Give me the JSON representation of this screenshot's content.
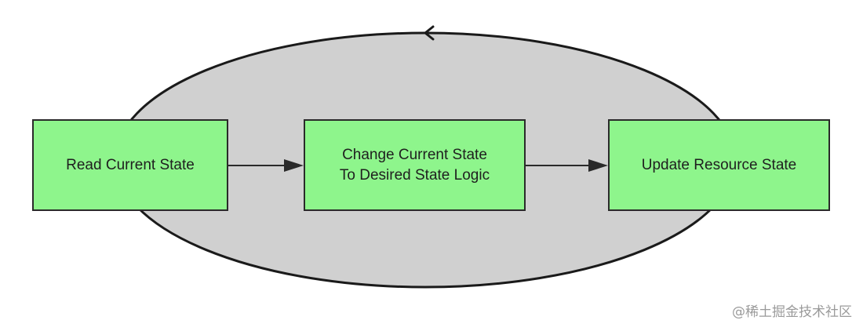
{
  "diagram": {
    "steps": [
      {
        "label_line1": "Read Current State",
        "label_line2": ""
      },
      {
        "label_line1": "Change Current State",
        "label_line2": "To Desired State Logic"
      },
      {
        "label_line1": "Update Resource State",
        "label_line2": ""
      }
    ],
    "colors": {
      "box_fill": "#8ef58c",
      "box_border": "#2a2a2a",
      "loop_fill": "#d0d0d0",
      "loop_stroke": "#1a1a1a",
      "arrow": "#2a2a2a"
    }
  },
  "watermark": "@稀土掘金技术社区"
}
